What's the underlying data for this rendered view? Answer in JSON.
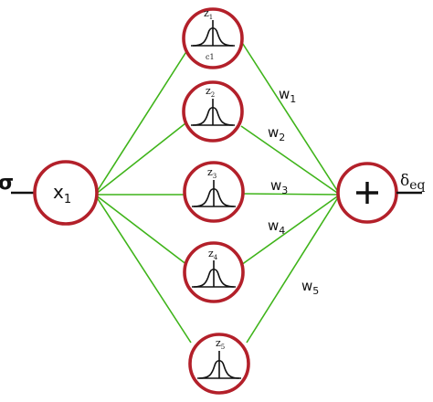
{
  "input_symbol": "σ",
  "input_node": {
    "label": "x",
    "subscript": "1"
  },
  "kernel_nodes": [
    {
      "label": "z",
      "subscript": "1",
      "extra": "c1"
    },
    {
      "label": "z",
      "subscript": "2",
      "extra": ""
    },
    {
      "label": "z",
      "subscript": "3",
      "extra": ""
    },
    {
      "label": "z",
      "subscript": "4",
      "extra": ""
    },
    {
      "label": "z",
      "subscript": "5",
      "extra": ""
    }
  ],
  "weights": [
    {
      "label": "w",
      "subscript": "1"
    },
    {
      "label": "w",
      "subscript": "2"
    },
    {
      "label": "w",
      "subscript": "3"
    },
    {
      "label": "w",
      "subscript": "4"
    },
    {
      "label": "w",
      "subscript": "5"
    }
  ],
  "sum_node": {
    "symbol": "+"
  },
  "output": {
    "symbol": "δ",
    "subscript": "eq"
  },
  "colors": {
    "node_stroke": "#b3202a",
    "edge": "#3fb41a",
    "ink": "#111111"
  }
}
